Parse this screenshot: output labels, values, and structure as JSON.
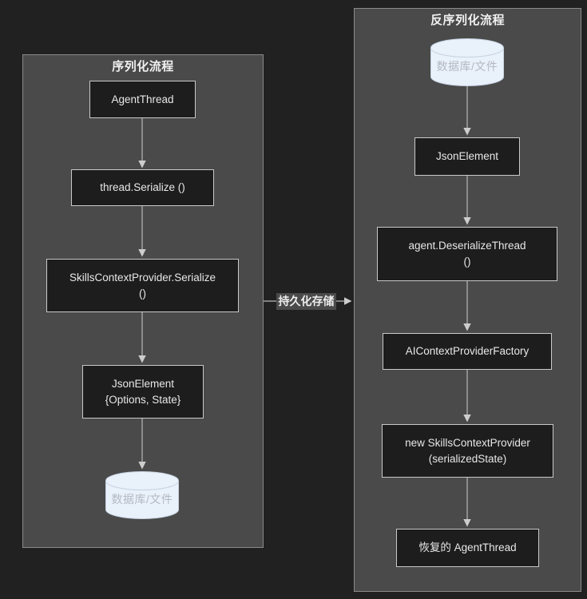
{
  "diagram": {
    "left_panel": {
      "title": "序列化流程",
      "nodes": [
        {
          "name": "agent-thread",
          "lines": [
            "AgentThread"
          ]
        },
        {
          "name": "thread-serialize",
          "lines": [
            "thread.Serialize ()"
          ]
        },
        {
          "name": "skills-context-provider-serialize",
          "lines": [
            "SkillsContextProvider.Serialize",
            "()"
          ]
        },
        {
          "name": "json-element-options-state",
          "lines": [
            "JsonElement",
            "{Options, State}"
          ]
        },
        {
          "name": "database-file",
          "shape": "cylinder",
          "lines": [
            "数据库/文件"
          ]
        }
      ]
    },
    "right_panel": {
      "title": "反序列化流程",
      "nodes": [
        {
          "name": "database-file",
          "shape": "cylinder",
          "lines": [
            "数据库/文件"
          ]
        },
        {
          "name": "json-element",
          "lines": [
            "JsonElement"
          ]
        },
        {
          "name": "agent-deserialize-thread",
          "lines": [
            "agent.DeserializeThread",
            "()"
          ]
        },
        {
          "name": "ai-context-provider-factory",
          "lines": [
            "AIContextProviderFactory"
          ]
        },
        {
          "name": "new-skills-context-provider",
          "lines": [
            "new SkillsContextProvider",
            "(serializedState)"
          ]
        },
        {
          "name": "restored-agent-thread",
          "lines": [
            "恢复的 AgentThread"
          ]
        }
      ]
    },
    "connector": {
      "label": "持久化存储"
    },
    "colors": {
      "page_bg": "#212121",
      "panel_bg": "#4a4a4a",
      "panel_border": "#8a8a8a",
      "node_bg": "#1d1d1d",
      "node_border": "#c9c9c9",
      "node_text": "#e8e8e8",
      "arrow": "#b9b9b9",
      "arrowhead": "#cdcdcd",
      "cylinder_fill": "#e9f1fb",
      "cylinder_stroke": "#c7d4e2",
      "cylinder_text": "#b4b9c0",
      "edge_label_bg": "#4a4a4a"
    }
  }
}
